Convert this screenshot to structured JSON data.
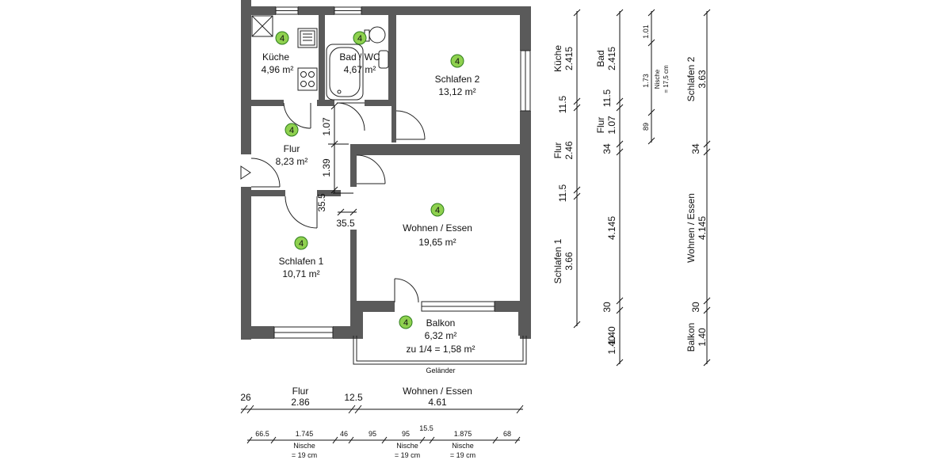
{
  "rooms": {
    "kueche": {
      "name": "Küche",
      "area": "4,96 m²",
      "badge": "4"
    },
    "bad": {
      "name": "Bad / WC",
      "area": "4,67 m²",
      "badge": "4"
    },
    "schlafen2": {
      "name": "Schlafen 2",
      "area": "13,12 m²",
      "badge": "4"
    },
    "flur": {
      "name": "Flur",
      "area": "8,23 m²",
      "badge": "4"
    },
    "schlafen1": {
      "name": "Schlafen 1",
      "area": "10,71 m²",
      "badge": "4"
    },
    "wohnen": {
      "name": "Wohnen / Essen",
      "area": "19,65 m²",
      "badge": "4"
    },
    "balkon": {
      "name": "Balkon",
      "area": "6,32 m²",
      "share": "zu 1/4 = 1,58 m²",
      "badge": "4"
    }
  },
  "railing_label": "Geländer",
  "inner_dims": {
    "flur_upper": "1.07",
    "flur_lower": "1.39",
    "offset_v": "35.5",
    "offset_h": "35.5"
  },
  "dim_bottom_1": {
    "d26": "26",
    "flur_name": "Flur",
    "flur_value": "2.86",
    "d125": "12.5",
    "wohnen_name": "Wohnen / Essen",
    "wohnen_value": "4.61"
  },
  "dim_bottom_2": {
    "v665": "66.5",
    "v1745": "1.745",
    "v46": "46",
    "v95a": "95",
    "v95b": "95",
    "v155": "15.5",
    "v1875": "1.875",
    "v68": "68",
    "n1_label": "Nische",
    "n1_value": "= 19 cm",
    "n2_label": "Nische",
    "n2_value": "= 19 cm",
    "n3_label": "Nische",
    "n3_value": "= 19 cm"
  },
  "dim_right_1": {
    "kueche_name": "Küche",
    "kueche_value": "2.415",
    "v115a": "11.5",
    "flur_name": "Flur",
    "flur_value": "2.46",
    "v115b": "11.5",
    "schlafen1_name": "Schlafen 1",
    "schlafen1_value": "3.66",
    "v140": "1.40"
  },
  "dim_right_2": {
    "bad_name": "Bad",
    "bad_value": "2.415",
    "v115": "11.5",
    "flur_name": "Flur",
    "flur_value": "1.07",
    "v34": "34",
    "v4145": "4.145",
    "v30": "30",
    "v140": "1.40"
  },
  "dim_right_3": {
    "v101": "1.01",
    "v173": "1.73",
    "n_label": "Nische",
    "n_value": "= 17,5 cm",
    "v89": "89"
  },
  "dim_right_4": {
    "schlafen2_name": "Schlafen 2",
    "schlafen2_value": "3.63",
    "v34": "34",
    "wohnen_name": "Wohnen / Essen",
    "wohnen_value": "4.145",
    "v30": "30",
    "balkon_name": "Balkon",
    "balkon_value": "1.40"
  }
}
